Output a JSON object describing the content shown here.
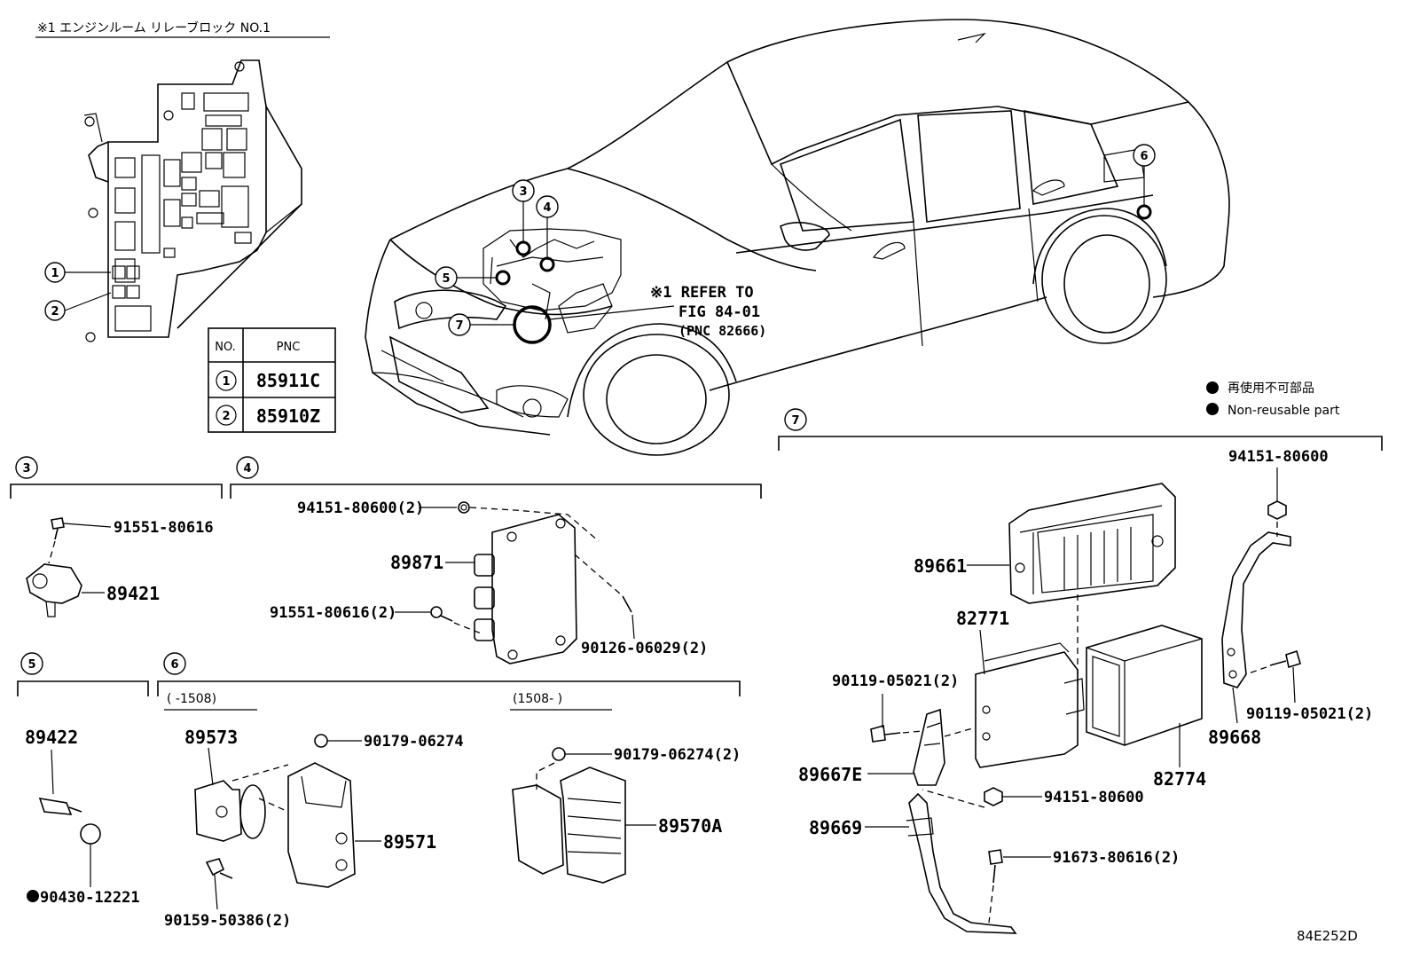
{
  "header": {
    "title": "※1 エンジンルーム リレーブロック NO.1"
  },
  "pnc_table": {
    "col_no": "NO.",
    "col_pnc": "PNC",
    "rows": [
      {
        "no": "1",
        "pnc": "85911C"
      },
      {
        "no": "2",
        "pnc": "85910Z"
      }
    ]
  },
  "refer_note": {
    "line1": "※1 REFER TO",
    "line2": "FIG 84-01",
    "line3": "(PNC 82666)"
  },
  "legend": {
    "jp": "再使用不可部品",
    "en": "Non-reusable part"
  },
  "callouts": [
    "1",
    "2",
    "3",
    "4",
    "5",
    "6",
    "7"
  ],
  "sections": {
    "s3": {
      "num": "3",
      "parts": {
        "bolt": "91551-80616",
        "sensor": "89421"
      }
    },
    "s4": {
      "num": "4",
      "parts": {
        "nut": "94151-80600(2)",
        "ecu": "89871",
        "bolt": "91551-80616(2)",
        "stud": "90126-06029(2)"
      }
    },
    "s5": {
      "num": "5",
      "parts": {
        "sensor": "89422",
        "gasket": "90430-12221"
      }
    },
    "s6": {
      "num": "6",
      "range_left": "(    -1508)",
      "range_right": "(1508-     )",
      "parts": {
        "bracket": "89573",
        "nut_left": "90179-06274",
        "module_left": "89571",
        "bolt": "90159-50386(2)",
        "nut_right": "90179-06274(2)",
        "module_right": "89570A"
      }
    },
    "s7": {
      "num": "7",
      "parts": {
        "nut_top": "94151-80600",
        "ecu": "89661",
        "cover": "82771",
        "bolt_left": "90119-05021(2)",
        "bracket_left": "89667E",
        "bracket_small": "89669",
        "nut_mid": "94151-80600",
        "bolt_low": "91673-80616(2)",
        "box": "82774",
        "bracket_right": "89668",
        "bolt_right": "90119-05021(2)"
      }
    }
  },
  "figure_code": "84E252D"
}
